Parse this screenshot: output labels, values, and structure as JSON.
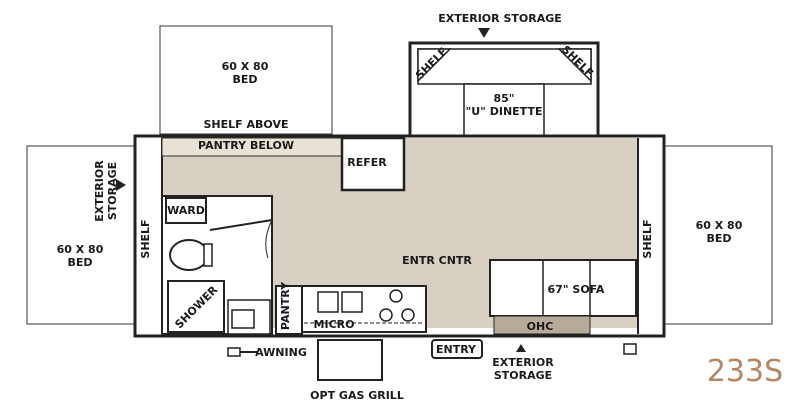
{
  "labels": {
    "exterior_storage_top": "EXTERIOR STORAGE",
    "bed_top": "60 X 80\nBED",
    "shelf_above": "SHELF ABOVE",
    "pantry_below": "PANTRY BELOW",
    "refer": "REFER",
    "shelf_dinette_left": "SHELF",
    "shelf_dinette_right": "SHELF",
    "dinette": "85\"\n\"U\" DINETTE",
    "exterior_storage_left": "EXTERIOR\nSTORAGE",
    "bed_left": "60 X 80\nBED",
    "shelf_left": "SHELF",
    "ward": "WARD",
    "shower": "SHOWER",
    "pantry": "PANTRY",
    "micro": "MICRO",
    "entr_cntr": "ENTR CNTR",
    "sofa": "67\" SOFA",
    "ohc": "OHC",
    "shelf_right": "SHELF",
    "bed_right": "60 X 80\nBED",
    "awning": "AWNING",
    "entry": "ENTRY",
    "exterior_storage_bottom": "EXTERIOR\nSTORAGE",
    "opt_gas_grill": "OPT GAS GRILL",
    "model": "233S"
  },
  "colors": {
    "floor": "#d8d1c3",
    "ohc": "#b8aa98",
    "model_text": "#b7875f"
  }
}
